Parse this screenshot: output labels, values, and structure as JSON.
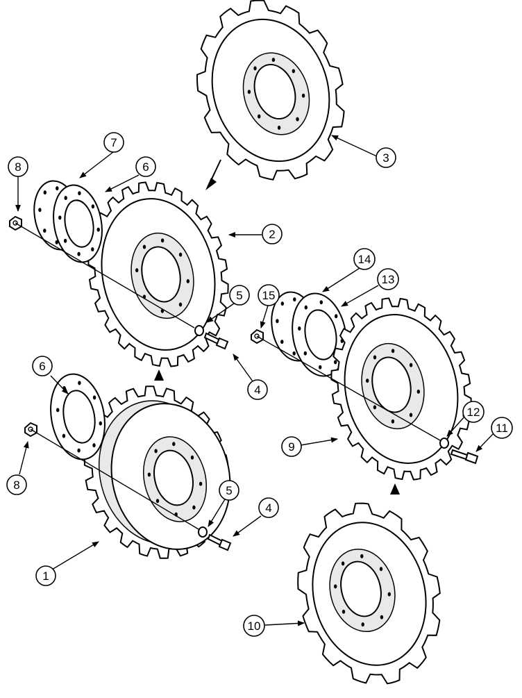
{
  "diagram": {
    "callouts": [
      {
        "id": "c1",
        "label": "1"
      },
      {
        "id": "c2",
        "label": "2"
      },
      {
        "id": "c3",
        "label": "3"
      },
      {
        "id": "c4a",
        "label": "4"
      },
      {
        "id": "c4b",
        "label": "4"
      },
      {
        "id": "c5a",
        "label": "5"
      },
      {
        "id": "c5b",
        "label": "5"
      },
      {
        "id": "c6a",
        "label": "6"
      },
      {
        "id": "c6b",
        "label": "6"
      },
      {
        "id": "c7",
        "label": "7"
      },
      {
        "id": "c8a",
        "label": "8"
      },
      {
        "id": "c8b",
        "label": "8"
      },
      {
        "id": "c9",
        "label": "9"
      },
      {
        "id": "c10",
        "label": "10"
      },
      {
        "id": "c11",
        "label": "11"
      },
      {
        "id": "c12",
        "label": "12"
      },
      {
        "id": "c13",
        "label": "13"
      },
      {
        "id": "c14",
        "label": "14"
      },
      {
        "id": "c15",
        "label": "15"
      }
    ]
  }
}
